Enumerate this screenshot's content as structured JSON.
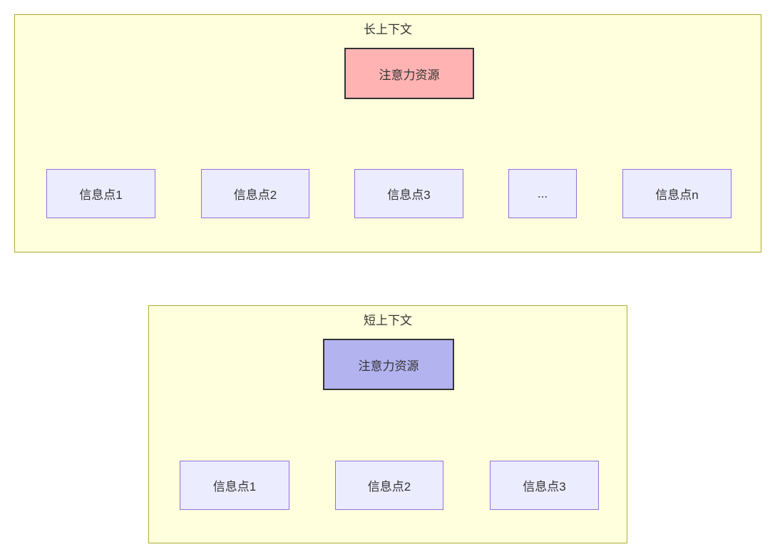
{
  "colors": {
    "page_background": "#ffffff",
    "container_fill": "#ffffde",
    "container_border": "#aaaa33",
    "info_node_fill": "#ececff",
    "info_node_border": "#9370db",
    "root_node_fill_long": "#ffb3b3",
    "root_node_fill_short": "#b3b3f0",
    "root_node_border": "#333333",
    "arrow_color": "#333333",
    "text_color": "#333333"
  },
  "diagrams": [
    {
      "title": "长上下文",
      "root": {
        "label": "注意力资源"
      },
      "children": [
        {
          "label": "信息点1"
        },
        {
          "label": "信息点2"
        },
        {
          "label": "信息点3"
        },
        {
          "label": "..."
        },
        {
          "label": "信息点n"
        }
      ]
    },
    {
      "title": "短上下文",
      "root": {
        "label": "注意力资源"
      },
      "children": [
        {
          "label": "信息点1"
        },
        {
          "label": "信息点2"
        },
        {
          "label": "信息点3"
        }
      ]
    }
  ]
}
